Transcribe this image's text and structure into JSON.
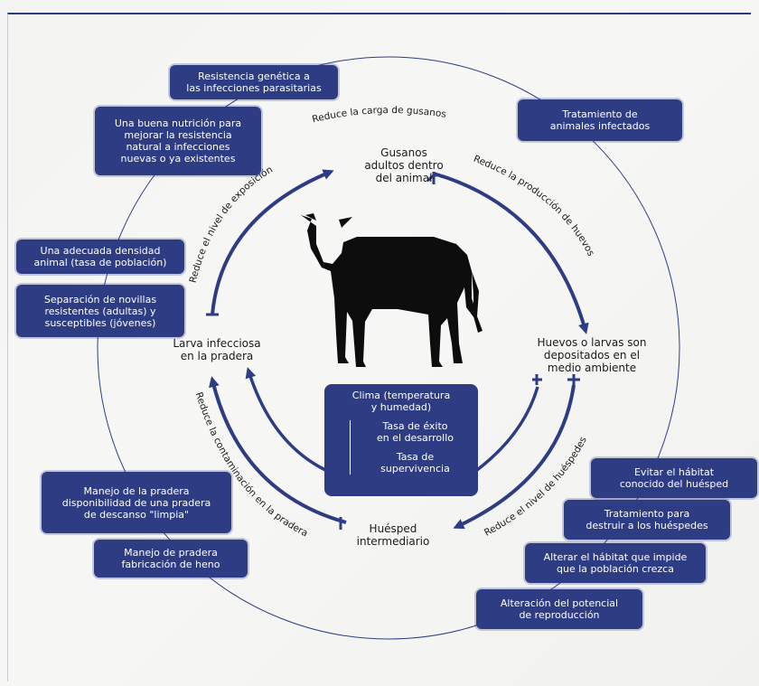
{
  "nodes": {
    "adult_worms": "Gusanos\nadultos dentro\ndel animal",
    "eggs_larvae": "Huevos o larvas son\ndepositados en el\nmedio ambiente",
    "host": "Huésped\nintermediario",
    "infective_larva": "Larva infecciosa\nen la pradera"
  },
  "arc_labels": {
    "top": "Reduce la carga de gusanos",
    "top_right": "Reduce la producción de huevos",
    "bottom_right": "Reduce el nivel de huéspedes",
    "bottom_left": "Reduce la contaminación en la pradera",
    "top_left": "Reduce el nivel de exposición"
  },
  "boxes": {
    "genetic": "Resistencia genética a\nlas infecciones parasitarias",
    "nutrition": "Una buena nutrición para\nmejorar la resistencia\nnatural a infecciones\nnuevas o ya existentes",
    "treatment": "Tratamiento de\nanimales infectados",
    "density": "Una adecuada densidad\nanimal (tasa de población)",
    "separation": "Separación de novillas\nresistentes (adultas) y\nsusceptibles (jóvenes)",
    "avoid_habitat": "Evitar el hábitat\nconocido del huésped",
    "treat_hosts": "Tratamiento para\ndestruir a los huéspedes",
    "alter_habitat": "Alterar el hábitat que impide\nque la población crezca",
    "alter_repro": "Alteración del potencial\nde reproducción",
    "pasture_clean": "Manejo de la pradera\ndisponibilidad de una pradera\nde descanso \"limpia\"",
    "pasture_hay": "Manejo de pradera\nfabricación de heno"
  },
  "climate": {
    "title": "Clima (temperatura\ny humedad)",
    "item1": "Tasa de éxito\nen el desarrollo",
    "item2": "Tasa de\nsupervivencia"
  },
  "colors": {
    "box": "#2e3d83",
    "arrow": "#2e3d83"
  }
}
